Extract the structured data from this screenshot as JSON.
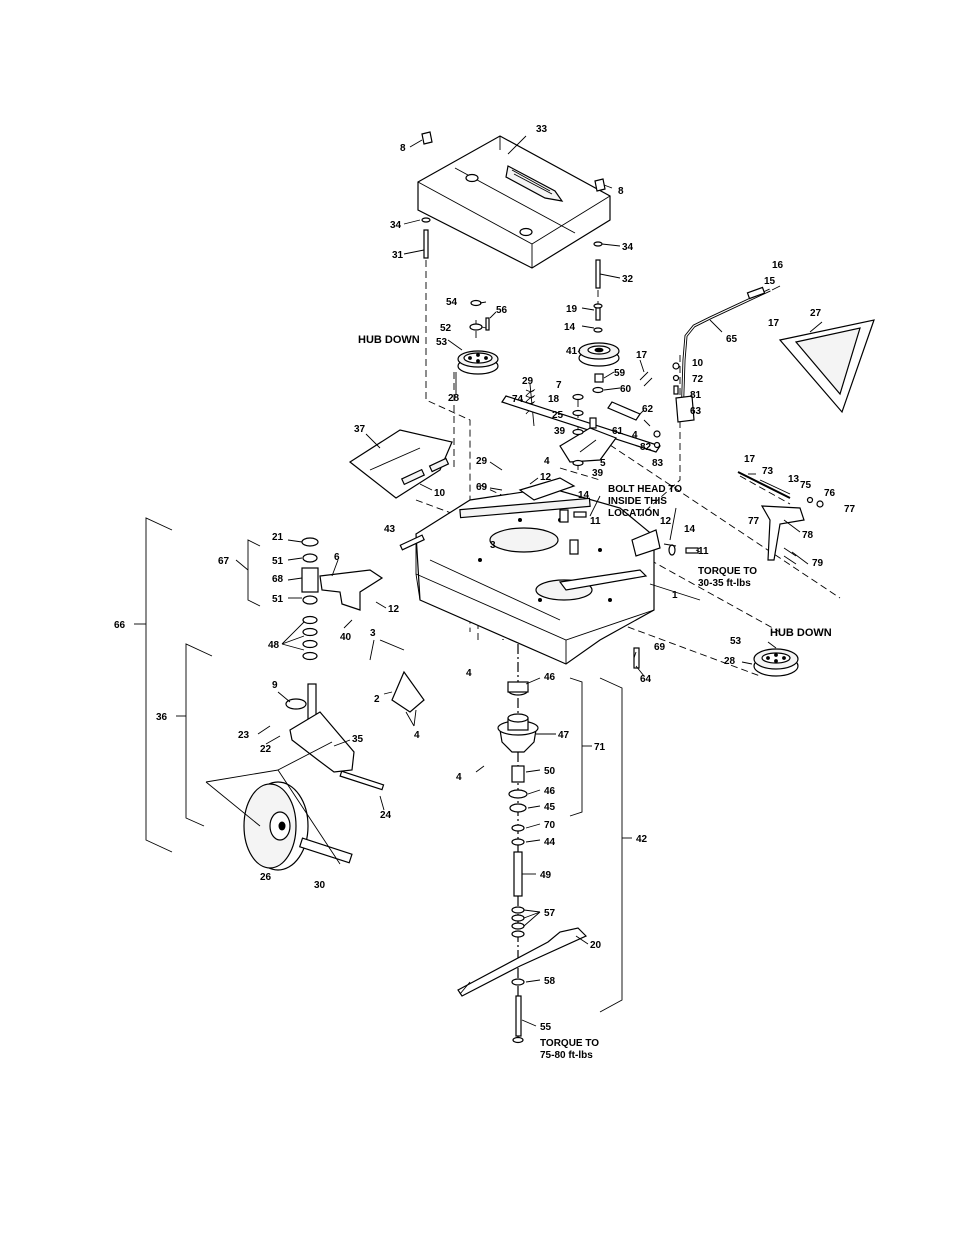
{
  "notes": {
    "hub_down_1": "HUB DOWN",
    "hub_down_2": "HUB DOWN",
    "bolt_head_1": "BOLT HEAD TO",
    "bolt_head_2": "INSIDE THIS",
    "bolt_head_3": "LOCATION",
    "torque_1a": "TORQUE TO",
    "torque_1b": "30-35 ft-lbs",
    "torque_2a": "TORQUE TO",
    "torque_2b": "75-80 ft-lbs"
  },
  "callouts": {
    "c1": "1",
    "c2": "2",
    "c3a": "3",
    "c3b": "3",
    "c4a": "4",
    "c4b": "4",
    "c4c": "4",
    "c4d": "4",
    "c4e": "4",
    "c5": "5",
    "c6": "6",
    "c7": "7",
    "c8a": "8",
    "c8b": "8",
    "c9": "9",
    "c10a": "10",
    "c10b": "10",
    "c11a": "11",
    "c11b": "11",
    "c12a": "12",
    "c12b": "12",
    "c12c": "12",
    "c13": "13",
    "c14a": "14",
    "c14b": "14",
    "c14c": "14",
    "c15": "15",
    "c16": "16",
    "c17a": "17",
    "c17b": "17",
    "c17c": "17",
    "c18": "18",
    "c19": "19",
    "c20": "20",
    "c21": "21",
    "c22": "22",
    "c23": "23",
    "c24": "24",
    "c25": "25",
    "c26": "26",
    "c27": "27",
    "c28a": "28",
    "c28b": "28",
    "c29a": "29",
    "c29b": "29",
    "c30": "30",
    "c31": "31",
    "c32": "32",
    "c33": "33",
    "c34a": "34",
    "c34b": "34",
    "c35": "35",
    "c36": "36",
    "c37": "37",
    "c39a": "39",
    "c39b": "39",
    "c40": "40",
    "c41": "41",
    "c42": "42",
    "c43": "43",
    "c44": "44",
    "c45": "45",
    "c46a": "46",
    "c46b": "46",
    "c47": "47",
    "c48": "48",
    "c49": "49",
    "c50": "50",
    "c51a": "51",
    "c51b": "51",
    "c52": "52",
    "c53a": "53",
    "c53b": "53",
    "c54": "54",
    "c55": "55",
    "c56": "56",
    "c57": "57",
    "c58": "58",
    "c59": "59",
    "c60": "60",
    "c61": "61",
    "c62": "62",
    "c63": "63",
    "c64": "64",
    "c65": "65",
    "c66": "66",
    "c67": "67",
    "c68": "68",
    "c69a": "69",
    "c69b": "69",
    "c70": "70",
    "c71": "71",
    "c72": "72",
    "c73": "73",
    "c74": "74",
    "c75": "75",
    "c76": "76",
    "c77a": "77",
    "c77b": "77",
    "c78": "78",
    "c79": "79",
    "c81": "81",
    "c82": "82",
    "c83": "83"
  }
}
